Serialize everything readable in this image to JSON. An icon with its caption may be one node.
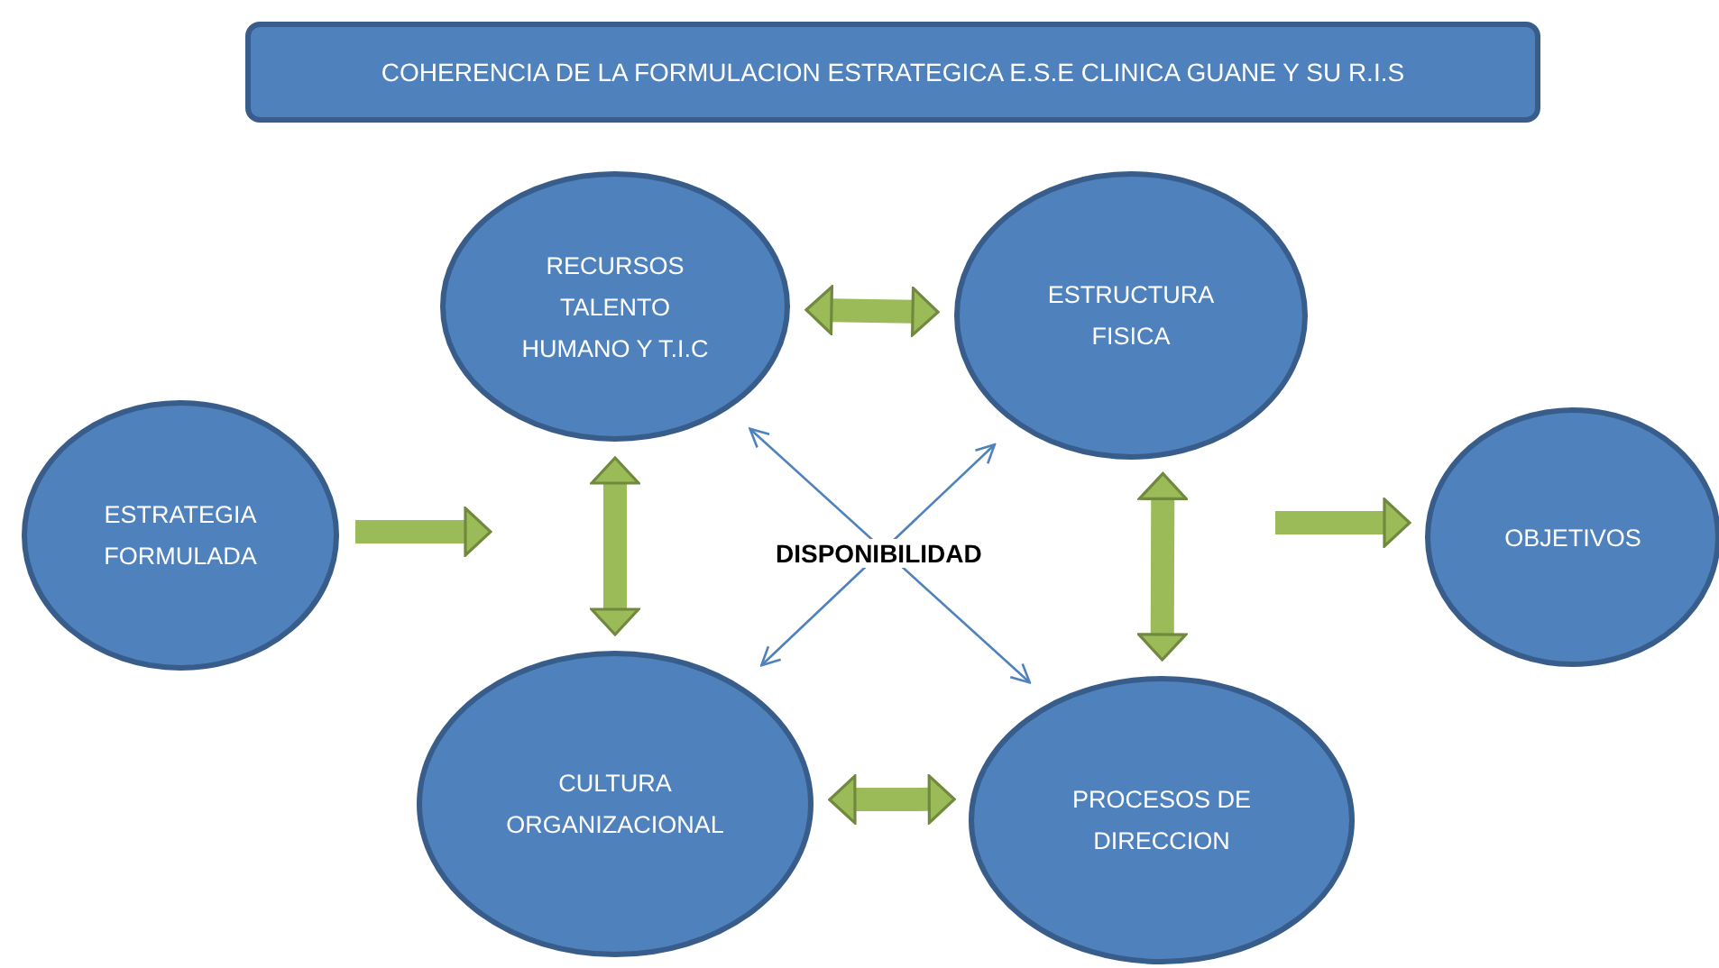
{
  "diagram": {
    "title": "COHERENCIA DE LA FORMULACION ESTRATEGICA E.S.E CLINICA GUANE Y SU R.I.S",
    "nodes": [
      {
        "text": [
          "ESTRATEGIA FORMULADA"
        ]
      },
      {
        "text": [
          "RECURSOS TALENTO HUMANO Y T.I.C"
        ]
      },
      {
        "text": [
          "ESTRUCTURA FISICA"
        ]
      },
      {
        "text": [
          "OBJETIVOS"
        ]
      },
      {
        "text": [
          "CULTURA ORGANIZACIONAL"
        ]
      },
      {
        "text": [
          "PROCESOS DE DIRECCION"
        ]
      }
    ],
    "edges": [
      {
        "from": 0,
        "to": null,
        "arrow": "to"
      },
      {
        "from": 1,
        "to": 2,
        "arrow": "both"
      },
      {
        "from": 1,
        "to": 4,
        "arrow": "both"
      },
      {
        "from": 2,
        "to": 5,
        "arrow": "both"
      },
      {
        "from": null,
        "to": 3,
        "arrow": "to"
      },
      {
        "from": 4,
        "to": 5,
        "arrow": "both"
      },
      {
        "from": 1,
        "to": 5,
        "arrow": "both",
        "color": "#4f81bd"
      },
      {
        "from": 4,
        "to": 2,
        "arrow": "both",
        "color": "#4f81bd"
      }
    ],
    "labels": [
      "DISPONIBILIDAD"
    ]
  }
}
